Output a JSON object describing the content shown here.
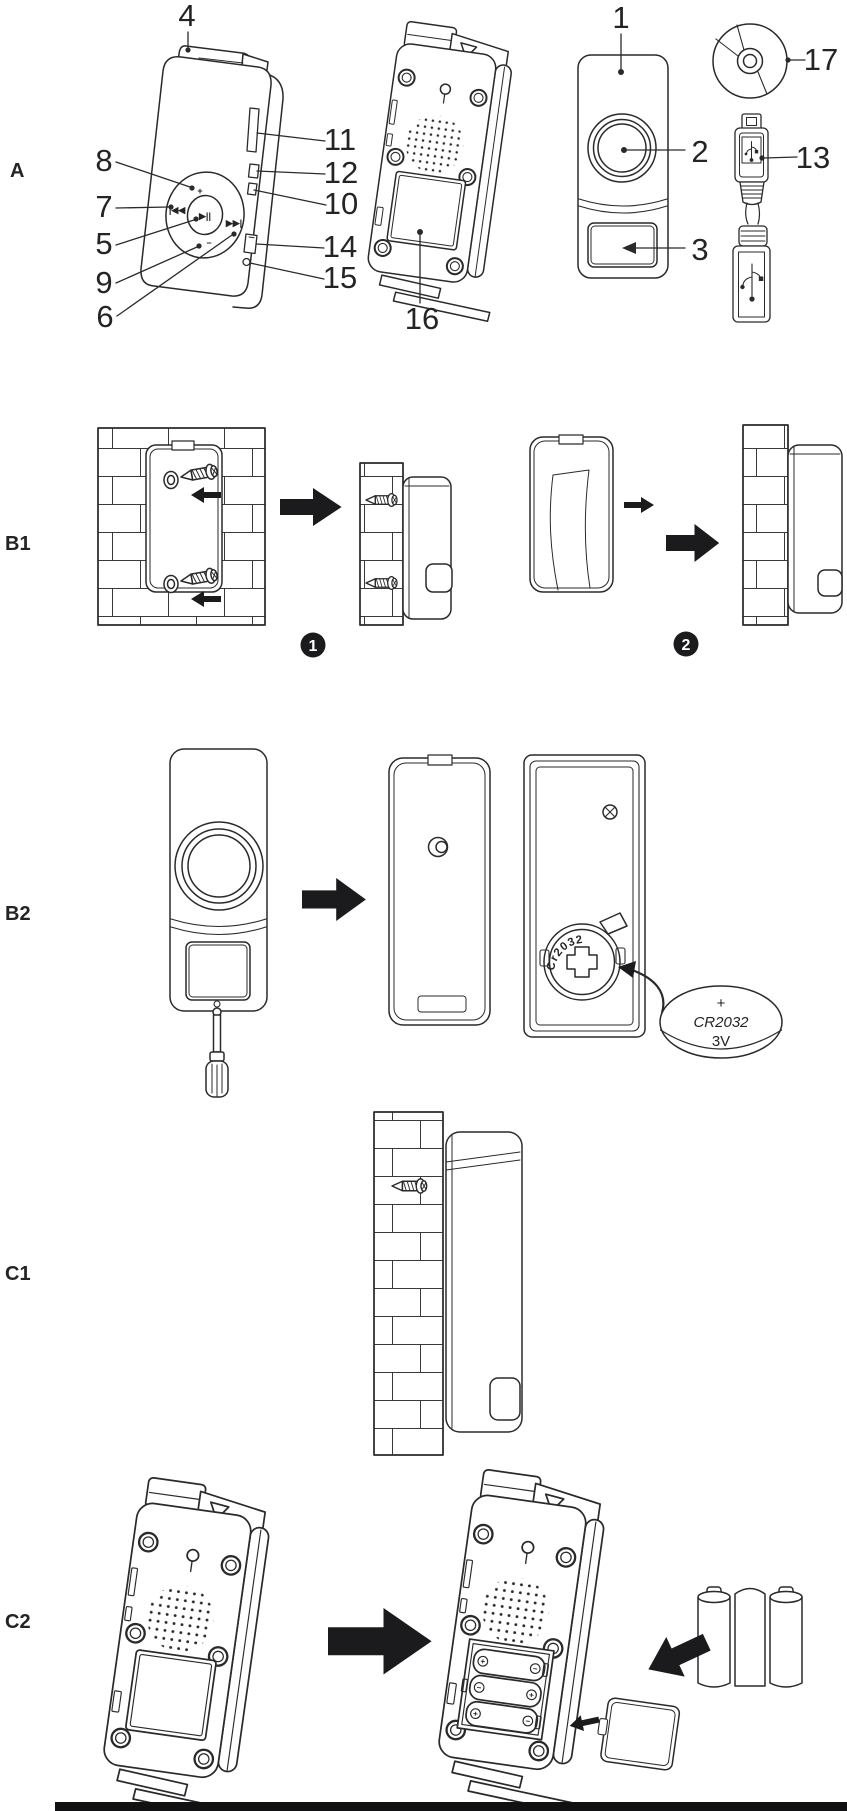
{
  "canvas": {
    "background": "#ffffff",
    "ink": "#2a2a2c",
    "arrow_color": "#1b1b1d"
  },
  "sections": {
    "a": {
      "label": "A",
      "callouts": {
        "n1": "1",
        "n2": "2",
        "n3": "3",
        "n4": "4",
        "n5": "5",
        "n6": "6",
        "n7": "7",
        "n8": "8",
        "n9": "9",
        "n10": "10",
        "n11": "11",
        "n12": "12",
        "n13": "13",
        "n14": "14",
        "n15": "15",
        "n16": "16",
        "n17": "17"
      },
      "controls": {
        "volume_up": "+",
        "volume_down": "−",
        "play_pause": "▶||",
        "previous": "|◀◀",
        "next": "▶▶|"
      }
    },
    "b1": {
      "label": "B1",
      "step1": "1",
      "step2": "2"
    },
    "b2": {
      "label": "B2",
      "coin_cell_marking": "Cr2032",
      "battery_polarity": "+",
      "battery_model": "CR2032",
      "battery_voltage": "3V"
    },
    "c1": {
      "label": "C1"
    },
    "c2": {
      "label": "C2",
      "cell_marks": {
        "c1_left": "+",
        "c1_right": "−",
        "c2_left": "−",
        "c2_right": "+",
        "c3_left": "+",
        "c3_right": "−"
      }
    }
  }
}
